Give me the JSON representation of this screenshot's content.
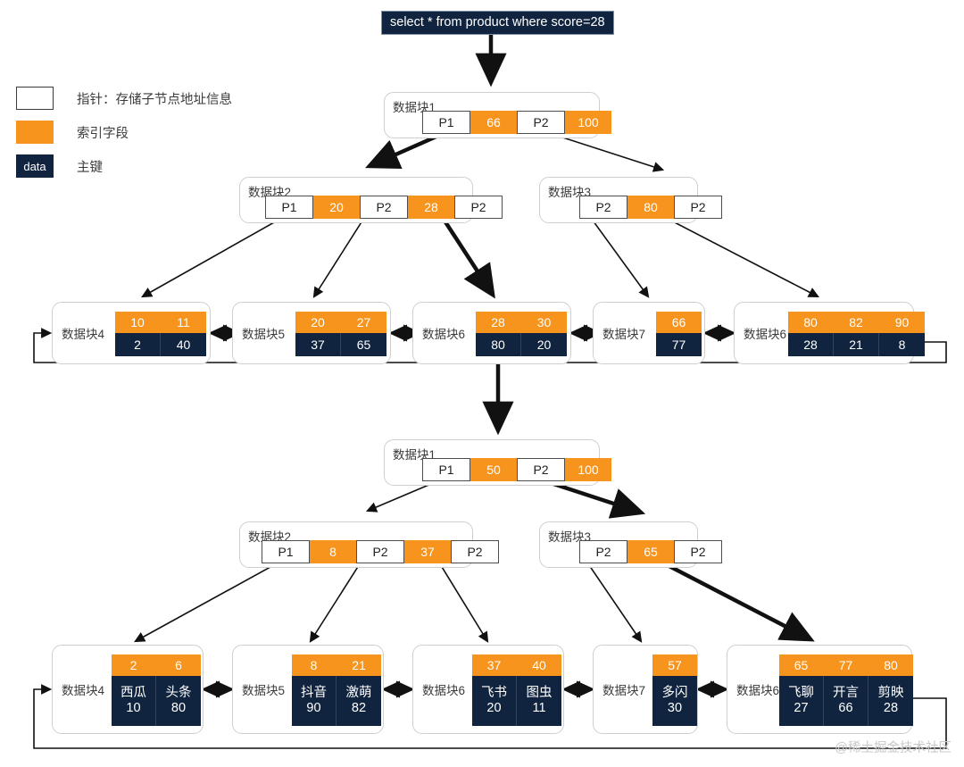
{
  "query": {
    "text": "select * from product where score=28"
  },
  "legend": {
    "items": [
      {
        "swatch": "pointer",
        "symbol": "",
        "text": "指针：存储子节点地址信息"
      },
      {
        "swatch": "index",
        "symbol": "",
        "text": "索引字段"
      },
      {
        "swatch": "data",
        "symbol": "data",
        "text": "主键"
      }
    ]
  },
  "colors": {
    "index_orange": "#f7941d",
    "data_navy": "#11243f",
    "node_border": "#cfcfcf",
    "pointer_border": "#4d4d4d",
    "arrow": "#111111",
    "watermark": "#c8c8c8"
  },
  "tree_top": {
    "root": {
      "label": "数据块1",
      "cells": [
        {
          "t": "ptr",
          "v": "P1"
        },
        {
          "t": "key",
          "v": "66"
        },
        {
          "t": "ptr",
          "v": "P2"
        },
        {
          "t": "key",
          "v": "100"
        }
      ]
    },
    "internal": [
      {
        "label": "数据块2",
        "cells": [
          {
            "t": "ptr",
            "v": "P1"
          },
          {
            "t": "key",
            "v": "20"
          },
          {
            "t": "ptr",
            "v": "P2"
          },
          {
            "t": "key",
            "v": "28"
          },
          {
            "t": "ptr",
            "v": "P2"
          }
        ]
      },
      {
        "label": "数据块3",
        "cells": [
          {
            "t": "ptr",
            "v": "P2"
          },
          {
            "t": "key",
            "v": "80"
          },
          {
            "t": "ptr",
            "v": "P2"
          }
        ]
      }
    ],
    "leaves": [
      {
        "label": "数据块4",
        "keys": [
          "10",
          "11"
        ],
        "values": [
          "2",
          "40"
        ]
      },
      {
        "label": "数据块5",
        "keys": [
          "20",
          "27"
        ],
        "values": [
          "37",
          "65"
        ]
      },
      {
        "label": "数据块6",
        "keys": [
          "28",
          "30"
        ],
        "values": [
          "80",
          "20"
        ]
      },
      {
        "label": "数据块7",
        "keys": [
          "66"
        ],
        "values": [
          "77"
        ]
      },
      {
        "label": "数据块6",
        "keys": [
          "80",
          "82",
          "90"
        ],
        "values": [
          "28",
          "21",
          "8"
        ]
      }
    ]
  },
  "tree_bottom": {
    "root": {
      "label": "数据块1",
      "cells": [
        {
          "t": "ptr",
          "v": "P1"
        },
        {
          "t": "key",
          "v": "50"
        },
        {
          "t": "ptr",
          "v": "P2"
        },
        {
          "t": "key",
          "v": "100"
        }
      ]
    },
    "internal": [
      {
        "label": "数据块2",
        "cells": [
          {
            "t": "ptr",
            "v": "P1"
          },
          {
            "t": "key",
            "v": "8"
          },
          {
            "t": "ptr",
            "v": "P2"
          },
          {
            "t": "key",
            "v": "37"
          },
          {
            "t": "ptr",
            "v": "P2"
          }
        ]
      },
      {
        "label": "数据块3",
        "cells": [
          {
            "t": "ptr",
            "v": "P2"
          },
          {
            "t": "key",
            "v": "65"
          },
          {
            "t": "ptr",
            "v": "P2"
          }
        ]
      }
    ],
    "leaves": [
      {
        "label": "数据块4",
        "keys": [
          "2",
          "6"
        ],
        "records": [
          {
            "name": "西瓜",
            "num": "10"
          },
          {
            "name": "头条",
            "num": "80"
          }
        ]
      },
      {
        "label": "数据块5",
        "keys": [
          "8",
          "21"
        ],
        "records": [
          {
            "name": "抖音",
            "num": "90"
          },
          {
            "name": "激萌",
            "num": "82"
          }
        ]
      },
      {
        "label": "数据块6",
        "keys": [
          "37",
          "40"
        ],
        "records": [
          {
            "name": "飞书",
            "num": "20"
          },
          {
            "name": "图虫",
            "num": "11"
          }
        ]
      },
      {
        "label": "数据块7",
        "keys": [
          "57"
        ],
        "records": [
          {
            "name": "多闪",
            "num": "30"
          }
        ]
      },
      {
        "label": "数据块6",
        "keys": [
          "65",
          "77",
          "80"
        ],
        "records": [
          {
            "name": "飞聊",
            "num": "27"
          },
          {
            "name": "开言",
            "num": "66"
          },
          {
            "name": "剪映",
            "num": "28"
          }
        ]
      }
    ]
  },
  "watermark": {
    "text": "@稀土掘金技术社区"
  }
}
